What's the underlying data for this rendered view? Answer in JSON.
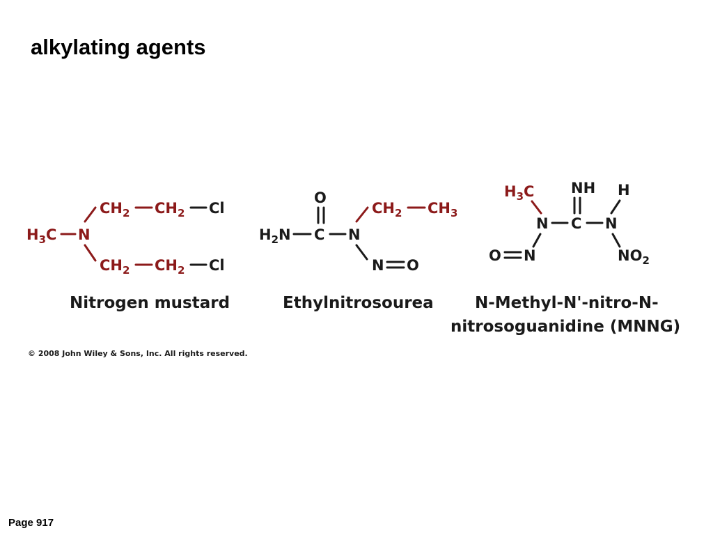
{
  "slide": {
    "title": "alkylating agents",
    "page_label": "Page 917",
    "copyright": "© 2008 John Wiley & Sons, Inc. All rights reserved."
  },
  "colors": {
    "alkyl": "#8c1a1a",
    "structure": "#1a1a1a"
  },
  "compounds": [
    {
      "name": "Nitrogen mustard",
      "groups": {
        "ch2": "CH",
        "sub2": "2",
        "cl": "Cl",
        "h3": "H",
        "sub3": "3",
        "c": "C",
        "n": "N"
      }
    },
    {
      "name": "Ethylnitrosourea",
      "groups": {
        "o": "O",
        "h2": "H",
        "sub2": "2",
        "n": "N",
        "c": "C",
        "ch2": "CH",
        "ch3": "CH",
        "sub3": "3",
        "eq_o": "O"
      }
    },
    {
      "name_line1": "N-Methyl-N'-nitro-N-",
      "name_line2": "nitrosoguanidine (MNNG)",
      "groups": {
        "h3": "H",
        "sub3": "3",
        "c": "C",
        "nh": "NH",
        "h": "H",
        "n": "N",
        "o": "O",
        "no": "NO",
        "sub2": "2"
      }
    }
  ]
}
